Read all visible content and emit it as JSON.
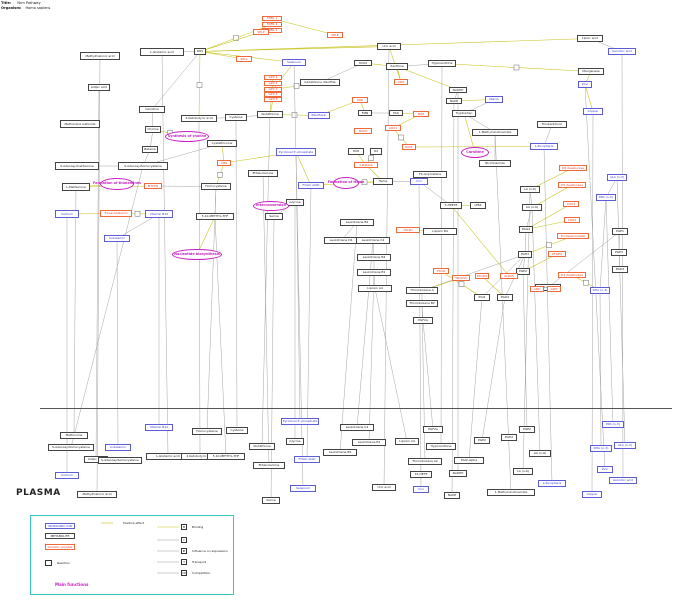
{
  "header": {
    "title_label": "Title:",
    "title_value": "Nrm Pathway",
    "organism_label": "Organism:",
    "organism_value": "Homo sapiens"
  },
  "colors": {
    "metabolite": "#444444",
    "inorganic": "#3b3bd1",
    "gene": "#e8452c",
    "function": "#c61ec2",
    "effect_edge": "#c8c21a",
    "plain_edge": "#9a9a9a",
    "legend_border": "#36c7c0"
  },
  "plasma_title": "PLASMA",
  "nodes": [
    {
      "id": "methylmalonic",
      "label": "Methylmalonic acid",
      "type": "metabolite"
    },
    {
      "id": "adipic",
      "label": "Adipic acid",
      "type": "metabolite"
    },
    {
      "id": "glutamic",
      "label": "L-Glutamic acid",
      "type": "metabolite"
    },
    {
      "id": "ros",
      "label": "ROS",
      "type": "metabolite"
    },
    {
      "id": "uric",
      "label": "Uric acid",
      "type": "metabolite"
    },
    {
      "id": "lipoic",
      "label": "Lipoic acid",
      "type": "metabolite"
    },
    {
      "id": "ascorbic",
      "label": "Ascorbic acid",
      "type": "inorganic"
    },
    {
      "id": "tnfa",
      "label": "TNFA 1",
      "type": "gene"
    },
    {
      "id": "tnfr1",
      "label": "TNFR 1",
      "type": "gene"
    },
    {
      "id": "tnfr2",
      "label": "TNFR 2",
      "type": "gene"
    },
    {
      "id": "selp",
      "label": "SELP",
      "type": "gene"
    },
    {
      "id": "sele",
      "label": "SELE",
      "type": "gene"
    },
    {
      "id": "sell",
      "label": "SELL",
      "type": "gene"
    },
    {
      "id": "selenium",
      "label": "Selenium",
      "type": "inorganic"
    },
    {
      "id": "gpx1",
      "label": "GPX 1",
      "type": "gene"
    },
    {
      "id": "gpx2",
      "label": "GPX 2",
      "type": "gene"
    },
    {
      "id": "gpx3",
      "label": "GPX 3",
      "type": "gene"
    },
    {
      "id": "gpx4",
      "label": "GPX 4",
      "type": "gene"
    },
    {
      "id": "gpx5",
      "label": "GPX 5",
      "type": "gene"
    },
    {
      "id": "glutdisulfide",
      "label": "Glutathione disulfide",
      "type": "metabolite"
    },
    {
      "id": "h2o2a",
      "label": "H2O2",
      "type": "metabolite"
    },
    {
      "id": "xanthine",
      "label": "Xanthine",
      "type": "metabolite"
    },
    {
      "id": "hypox",
      "label": "Hypoxanthine",
      "type": "metabolite"
    },
    {
      "id": "xdh",
      "label": "XDH",
      "type": "gene"
    },
    {
      "id": "manganese",
      "label": "Manganese",
      "type": "metabolite"
    },
    {
      "id": "nadph",
      "label": "NADPH",
      "type": "metabolite"
    },
    {
      "id": "nadp",
      "label": "NADP",
      "type": "metabolite"
    },
    {
      "id": "niacin",
      "label": "Niacin",
      "type": "inorganic"
    },
    {
      "id": "zinc",
      "label": "Zinc",
      "type": "inorganic"
    },
    {
      "id": "copper",
      "label": "Copper",
      "type": "inorganic"
    },
    {
      "id": "carnitine",
      "label": "Carnitine",
      "type": "metabolite"
    },
    {
      "id": "methsulfoxide",
      "label": "Methionine sulfoxide",
      "type": "metabolite"
    },
    {
      "id": "choline",
      "label": "Choline",
      "type": "metabolite"
    },
    {
      "id": "betaine",
      "label": "Betaine",
      "type": "metabolite"
    },
    {
      "id": "ketobut",
      "label": "2-Ketobutyric acid",
      "type": "metabolite"
    },
    {
      "id": "cysteine",
      "label": "Cysteine",
      "type": "metabolite"
    },
    {
      "id": "glutathione",
      "label": "Glutathione",
      "type": "metabolite"
    },
    {
      "id": "riboflavin",
      "label": "Riboflavin",
      "type": "inorganic"
    },
    {
      "id": "gsr",
      "label": "GSR",
      "type": "gene"
    },
    {
      "id": "fmn",
      "label": "FMN",
      "type": "metabolite"
    },
    {
      "id": "fad",
      "label": "FAD",
      "type": "metabolite"
    },
    {
      "id": "nox",
      "label": "NOX",
      "type": "gene"
    },
    {
      "id": "tryptophan",
      "label": "Tryptophan",
      "type": "metabolite"
    },
    {
      "id": "methylnic",
      "label": "1-Methylnicotinamide",
      "type": "metabolite"
    },
    {
      "id": "tocopherol",
      "label": "a-Tocopherol",
      "type": "inorganic"
    },
    {
      "id": "thiobarb",
      "label": "Thiobarbituric",
      "type": "metabolite"
    },
    {
      "id": "aox1",
      "label": "AOX1",
      "type": "gene"
    },
    {
      "id": "nadh",
      "label": "NADH",
      "type": "gene"
    },
    {
      "id": "ido1",
      "label": "IDO1",
      "type": "gene"
    },
    {
      "id": "sam",
      "label": "S-Adenosylmethionine",
      "type": "metabolite"
    },
    {
      "id": "sah",
      "label": "S-Adenosylhomocysteine",
      "type": "metabolite"
    },
    {
      "id": "cystathionine",
      "label": "Cystathionine",
      "type": "metabolite"
    },
    {
      "id": "cbs",
      "label": "CBS",
      "type": "gene"
    },
    {
      "id": "pyridoxal",
      "label": "Pyridoxal 5'-phosphate",
      "type": "inorganic"
    },
    {
      "id": "h2o",
      "label": "H2O",
      "type": "metabolite"
    },
    {
      "id": "o2",
      "label": "O2",
      "type": "metabolite"
    },
    {
      "id": "catalase",
      "label": "Catalase",
      "type": "gene"
    },
    {
      "id": "nicotinamide",
      "label": "Nicotinamide",
      "type": "metabolite"
    },
    {
      "id": "f2iso",
      "label": "F2-isoprostane",
      "type": "metabolite"
    },
    {
      "id": "methionine",
      "label": "L-Methionine",
      "type": "metabolite"
    },
    {
      "id": "mthfr",
      "label": "MTHFR",
      "type": "gene"
    },
    {
      "id": "homocysteine",
      "label": "Homocysteine",
      "type": "metabolite"
    },
    {
      "id": "ethanolamine",
      "label": "Ethanolamine",
      "type": "metabolite"
    },
    {
      "id": "folic",
      "label": "FOLIC ACID",
      "type": "inorganic"
    },
    {
      "id": "heme",
      "label": "Heme",
      "type": "metabolite"
    },
    {
      "id": "iron",
      "label": "Iron",
      "type": "inorganic"
    },
    {
      "id": "shpete",
      "label": "5-HPETE",
      "type": "metabolite"
    },
    {
      "id": "ltb4",
      "label": "LTB4",
      "type": "metabolite"
    },
    {
      "id": "serine",
      "label": "Serine",
      "type": "metabolite"
    },
    {
      "id": "glycine",
      "label": "Glycine",
      "type": "metabolite"
    },
    {
      "id": "calcium",
      "label": "Calcium",
      "type": "inorganic"
    },
    {
      "id": "transcob",
      "label": "Transcobalamin",
      "type": "gene"
    },
    {
      "id": "vitb12",
      "label": "Vitamin B12",
      "type": "inorganic"
    },
    {
      "id": "cobalamin",
      "label": "Cobalamin",
      "type": "inorganic"
    },
    {
      "id": "methylthf",
      "label": "5,10-METHYL-THF",
      "type": "metabolite"
    },
    {
      "id": "ltb4b",
      "label": "Leukotriene B4",
      "type": "metabolite"
    },
    {
      "id": "ltd4",
      "label": "Leukotriene D4",
      "type": "metabolite"
    },
    {
      "id": "ltc4",
      "label": "Leukotriene C4",
      "type": "metabolite"
    },
    {
      "id": "ltb4c",
      "label": "Leukotriene B4",
      "type": "metabolite"
    },
    {
      "id": "lte4",
      "label": "Leukotriene E4",
      "type": "metabolite"
    },
    {
      "id": "lipoxin",
      "label": "Lipoxin A4",
      "type": "metabolite"
    },
    {
      "id": "lipoxinb",
      "label": "Lipoxin B4",
      "type": "metabolite"
    },
    {
      "id": "lta4h",
      "label": "LTA4H",
      "type": "gene"
    },
    {
      "id": "pgg2",
      "label": "PGG2",
      "type": "metabolite"
    },
    {
      "id": "pgh2",
      "label": "PGH2",
      "type": "metabolite"
    },
    {
      "id": "pge2",
      "label": "PGE2",
      "type": "metabolite"
    },
    {
      "id": "pgd2",
      "label": "PGD2",
      "type": "metabolite"
    },
    {
      "id": "pgi2",
      "label": "PGI2",
      "type": "metabolite"
    },
    {
      "id": "txa2",
      "label": "Thromboxane A",
      "type": "metabolite"
    },
    {
      "id": "txb2",
      "label": "Thromboxane B2",
      "type": "metabolite"
    },
    {
      "id": "pgf2a",
      "label": "PGF2a",
      "type": "metabolite"
    },
    {
      "id": "la",
      "label": "LA (n-6)",
      "type": "metabolite"
    },
    {
      "id": "aa",
      "label": "AA (n-6)",
      "type": "metabolite"
    },
    {
      "id": "ala",
      "label": "ALA (n-3)",
      "type": "inorganic"
    },
    {
      "id": "epa",
      "label": "EPA (n-3)",
      "type": "inorganic"
    },
    {
      "id": "dha",
      "label": "DHA (n-3)",
      "type": "inorganic"
    },
    {
      "id": "dgla",
      "label": "DGLA (n-6)",
      "type": "metabolite"
    },
    {
      "id": "pge1",
      "label": "PGE1",
      "type": "metabolite"
    },
    {
      "id": "pge3",
      "label": "PGE3",
      "type": "metabolite"
    },
    {
      "id": "pgd3",
      "label": "PGD3",
      "type": "metabolite"
    },
    {
      "id": "d6d",
      "label": "D6 desaturase",
      "type": "gene"
    },
    {
      "id": "d5d",
      "label": "D5 desaturase",
      "type": "gene"
    },
    {
      "id": "d4d",
      "label": "D4 desaturase",
      "type": "gene"
    },
    {
      "id": "cox1",
      "label": "COX1",
      "type": "gene"
    },
    {
      "id": "cox2",
      "label": "COX2",
      "type": "gene"
    },
    {
      "id": "endoperox",
      "label": "Endoperoxidase",
      "type": "gene"
    },
    {
      "id": "ptges",
      "label": "PTGES",
      "type": "gene"
    },
    {
      "id": "ptgds",
      "label": "PTGDS",
      "type": "gene"
    },
    {
      "id": "ptgis",
      "label": "PTGIS",
      "type": "gene"
    },
    {
      "id": "tbxas1",
      "label": "TBXAS1",
      "type": "gene"
    },
    {
      "id": "alox5",
      "label": "ALOX5",
      "type": "gene"
    },
    {
      "id": "gdd",
      "label": "GDD",
      "type": "gene"
    },
    {
      "id": "gdh",
      "label": "GDH",
      "type": "gene"
    },
    {
      "id": "fn_choline",
      "label": "Synthesis of choline",
      "type": "function"
    },
    {
      "id": "fn_carnitine",
      "label": "Carnitine",
      "type": "function"
    },
    {
      "id": "fn_thiol",
      "label": "Formation of thiolamines",
      "type": "function"
    },
    {
      "id": "fn_heme",
      "label": "Formation of Heme",
      "type": "function"
    },
    {
      "id": "fn_interconv",
      "label": "Interconversion",
      "type": "function"
    },
    {
      "id": "fn_nucleotide",
      "label": "Nucleotide biosynthesis",
      "type": "function"
    },
    {
      "id": "p_methionine",
      "label": "Methionine",
      "type": "metabolite"
    },
    {
      "id": "p_sah",
      "label": "S-Adenosylhomocysteine",
      "type": "metabolite"
    },
    {
      "id": "p_calcium",
      "label": "Calcium",
      "type": "inorganic"
    },
    {
      "id": "p_adipic",
      "label": "Adipic acid",
      "type": "metabolite"
    },
    {
      "id": "p_methylmalonic",
      "label": "Methylmalonic acid",
      "type": "metabolite"
    },
    {
      "id": "p_cobalamin",
      "label": "Cobalamin",
      "type": "inorganic"
    },
    {
      "id": "p_sahcys",
      "label": "S-Adenosylhomocysteine",
      "type": "metabolite"
    },
    {
      "id": "p_vitb12",
      "label": "Vitamin B12",
      "type": "inorganic"
    },
    {
      "id": "p_glutamic",
      "label": "L-Glutamic acid",
      "type": "metabolite"
    },
    {
      "id": "p_homocysteine",
      "label": "Homocysteine",
      "type": "metabolite"
    },
    {
      "id": "p_cysteine",
      "label": "Cysteine",
      "type": "metabolite"
    },
    {
      "id": "p_ketobut",
      "label": "2-Ketobutyric acid",
      "type": "metabolite"
    },
    {
      "id": "p_methylthf",
      "label": "5,10-METHYL-THF",
      "type": "metabolite"
    },
    {
      "id": "p_glutathione",
      "label": "Glutathione",
      "type": "metabolite"
    },
    {
      "id": "p_ethanolamine",
      "label": "Ethanolamine",
      "type": "metabolite"
    },
    {
      "id": "p_pyridoxal",
      "label": "Pyridoxal 5'-phosphate",
      "type": "inorganic"
    },
    {
      "id": "p_glycine",
      "label": "Glycine",
      "type": "metabolite"
    },
    {
      "id": "p_folic",
      "label": "FOLIC ACID",
      "type": "inorganic"
    },
    {
      "id": "p_selenium",
      "label": "Selenium",
      "type": "inorganic"
    },
    {
      "id": "p_serine",
      "label": "Serine",
      "type": "metabolite"
    },
    {
      "id": "p_ltc4",
      "label": "Leukotriene C4",
      "type": "metabolite"
    },
    {
      "id": "p_ltb4",
      "label": "Leukotriene B4",
      "type": "metabolite"
    },
    {
      "id": "p_lte4",
      "label": "Leukotriene E4",
      "type": "metabolite"
    },
    {
      "id": "p_uric",
      "label": "Uric acid",
      "type": "metabolite"
    },
    {
      "id": "p_pgf2a",
      "label": "PGF2a",
      "type": "metabolite"
    },
    {
      "id": "p_lipoxin",
      "label": "Lipoxin A4",
      "type": "metabolite"
    },
    {
      "id": "p_hypox",
      "label": "Hypoxanthine",
      "type": "metabolite"
    },
    {
      "id": "p_txb2",
      "label": "Thromboxane A2",
      "type": "metabolite"
    },
    {
      "id": "p_hete",
      "label": "15-HETE",
      "type": "metabolite"
    },
    {
      "id": "p_iron",
      "label": "Iron",
      "type": "inorganic"
    },
    {
      "id": "p_pgd2",
      "label": "PGE2",
      "type": "metabolite"
    },
    {
      "id": "p_pgi2",
      "label": "PGI2-alpha",
      "type": "metabolite"
    },
    {
      "id": "p_nadph",
      "label": "NADPH",
      "type": "metabolite"
    },
    {
      "id": "p_nadp",
      "label": "NADP",
      "type": "metabolite"
    },
    {
      "id": "p_pge2b",
      "label": "PGE2",
      "type": "metabolite"
    },
    {
      "id": "p_pgd2b",
      "label": "PGD2",
      "type": "metabolite"
    },
    {
      "id": "p_epa",
      "label": "EPA (n-3)",
      "type": "inorganic"
    },
    {
      "id": "p_aa",
      "label": "AA (n-6)",
      "type": "metabolite"
    },
    {
      "id": "p_dha",
      "label": "DHA (n-3)",
      "type": "inorganic"
    },
    {
      "id": "p_ala",
      "label": "ALA (n-3)",
      "type": "inorganic"
    },
    {
      "id": "p_la",
      "label": "LA (n-6)",
      "type": "metabolite"
    },
    {
      "id": "p_zinc",
      "label": "Zinc",
      "type": "inorganic"
    },
    {
      "id": "p_tocopherol",
      "label": "a-Tocopherol",
      "type": "inorganic"
    },
    {
      "id": "p_methylnic",
      "label": "1-Methylnicotinamide",
      "type": "metabolite"
    },
    {
      "id": "p_ascorbic",
      "label": "Ascorbic acid",
      "type": "inorganic"
    },
    {
      "id": "p_copper",
      "label": "Copper",
      "type": "inorganic"
    }
  ],
  "legend": {
    "inorganic": "INORGANIC ION",
    "metabolite": "METABOLITE",
    "gene": "Genetic variable",
    "reaction": "Reaction",
    "function": "Main functions",
    "positive": "Positive effect",
    "binding": "Binding",
    "binding_code": "B",
    "influence": "Influence on expression",
    "influence_code": "IE",
    "transport": "Transport",
    "transport_code": "T",
    "competition": "Competition",
    "competition_code": "CO",
    "plain_code": "?"
  }
}
